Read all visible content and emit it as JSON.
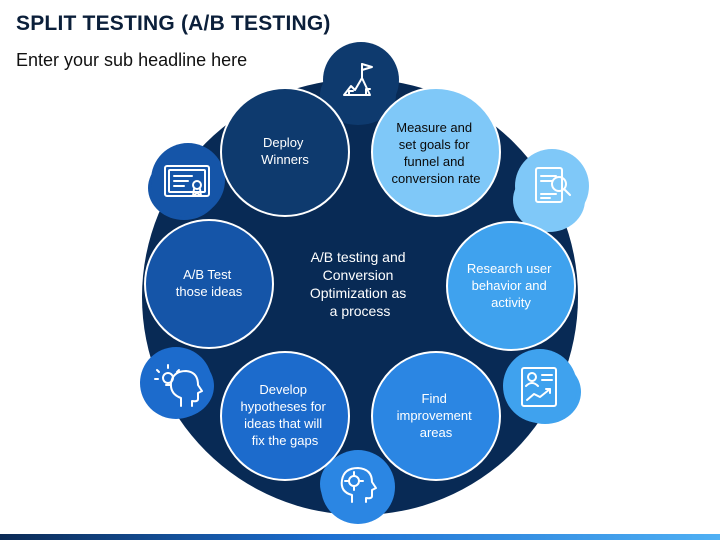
{
  "header": {
    "title": "SPLIT TESTING (A/B TESTING)",
    "subtitle": "Enter your sub headline here"
  },
  "center": {
    "lines": [
      "A/B testing and",
      "Conversion",
      "Optimization as",
      "a process"
    ]
  },
  "steps": [
    {
      "lines": [
        "Deploy",
        "Winners"
      ],
      "color": "#0e3a6e",
      "icon": "mountain-flag-icon"
    },
    {
      "lines": [
        "Measure and",
        "set goals for",
        "funnel and",
        "conversion rate"
      ],
      "color": "#7fc8f8",
      "icon": "document-search-icon"
    },
    {
      "lines": [
        "Research user",
        "behavior and",
        "activity"
      ],
      "color": "#3fa2ee",
      "icon": "report-chart-icon"
    },
    {
      "lines": [
        "Find",
        "improvement",
        "areas"
      ],
      "color": "#2b86e3",
      "icon": "head-gear-icon"
    },
    {
      "lines": [
        "Develop",
        "hypotheses for",
        "ideas that will",
        "fix the gaps"
      ],
      "color": "#1c6bcc",
      "icon": "head-lightbulb-icon"
    },
    {
      "lines": [
        "A/B Test",
        "those ideas"
      ],
      "color": "#1555a8",
      "icon": "certificate-icon"
    }
  ],
  "colors": {
    "ring": "#082a55",
    "ring_border": "#0b3a74"
  }
}
